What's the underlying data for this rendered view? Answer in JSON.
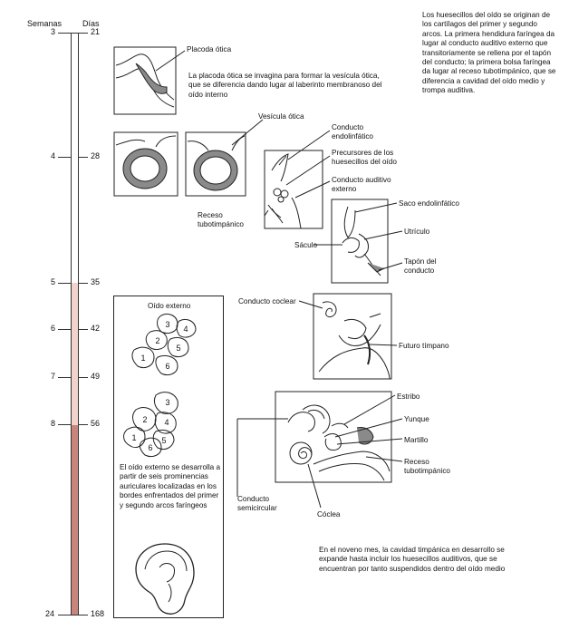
{
  "timeline": {
    "weeks_header": "Semanas",
    "days_header": "Días",
    "ticks": [
      {
        "week": "3",
        "day": "21"
      },
      {
        "week": "4",
        "day": "28"
      },
      {
        "week": "5",
        "day": "35"
      },
      {
        "week": "6",
        "day": "42"
      },
      {
        "week": "7",
        "day": "49"
      },
      {
        "week": "8",
        "day": "56"
      },
      {
        "week": "24",
        "day": "168"
      }
    ]
  },
  "intro_text": "Los huesecillos del oído se originan de los cartílagos del primer y segundo arcos. La primera hendidura faríngea da lugar al conducto auditivo externo que transitoriamente se rellena por el tapón del conducto; la primera bolsa faríngea da lugar al receso tubotimpánico, que se diferencia a cavidad del oído medio y trompa auditiva.",
  "stage1": {
    "placoda_label": "Placoda ótica",
    "caption": "La placoda ótica se invagina para formar la vesícula ótica, que se diferencia dando lugar al laberinto membranoso del oído interno"
  },
  "stage2": {
    "vesicle_label": "Vesícula ótica"
  },
  "stage3": {
    "endolymphatic_duct": "Conducto endolinfático",
    "ossicle_precursors": "Precursores de los huesecillos del oído",
    "external_canal": "Conducto auditivo externo",
    "tubotympanic_recess": "Receso tubotimpánico"
  },
  "stage4": {
    "endolymphatic_sac": "Saco endolinfático",
    "utricle": "Utrículo",
    "saccule": "Sáculo",
    "canal_plug": "Tapón del conducto"
  },
  "stage5": {
    "cochlear_duct": "Conducto coclear",
    "future_eardrum": "Futuro tímpano"
  },
  "external_ear": {
    "title": "Oído externo",
    "hillocks": [
      "1",
      "2",
      "3",
      "4",
      "5",
      "6"
    ],
    "caption": "El oído externo se desarrolla a partir de seis prominencias auriculares localizadas en los bordes enfrentados del primer y segundo arcos faríngeos"
  },
  "stage6": {
    "stapes": "Estribo",
    "incus": "Yunque",
    "malleus": "Martillo",
    "tubotympanic_recess": "Receso tubotimpánico",
    "semicircular_canal": "Conducto semicircular",
    "cochlea": "Cóclea"
  },
  "ninth_month_text": "En el noveno mes, la cavidad timpánica en desarrollo se expande hasta incluir los huesecillos auditivos, que se encuentran por tanto suspendidos dentro del oído medio",
  "colors": {
    "bar_light": "#f2d3cc",
    "bar_dark": "#c9857b",
    "shading": "#8a8a8a"
  }
}
